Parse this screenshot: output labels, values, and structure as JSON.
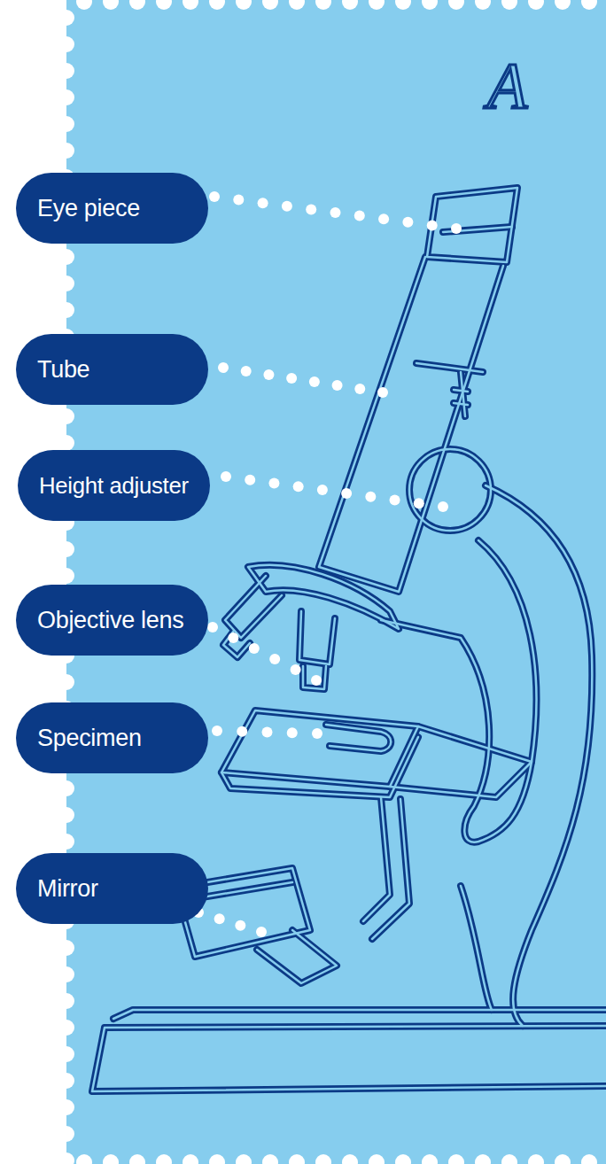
{
  "diagram": {
    "nodes": [
      {
        "text": [
          "Eye piece"
        ]
      },
      {
        "text": [
          "Tube"
        ]
      },
      {
        "text": [
          "Height adjuster"
        ]
      },
      {
        "text": [
          "Objective lens"
        ]
      },
      {
        "text": [
          "Specimen"
        ]
      },
      {
        "text": [
          "Mirror"
        ]
      }
    ],
    "labels": [
      "A"
    ]
  }
}
